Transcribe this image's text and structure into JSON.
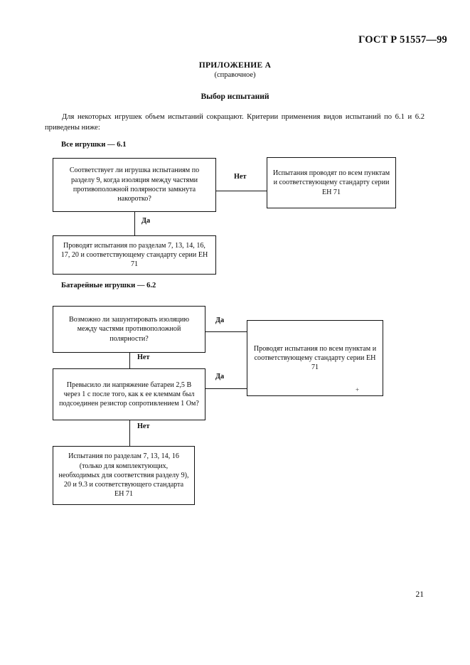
{
  "document": {
    "standard_header": "ГОСТ Р 51557—99",
    "appendix_title": "ПРИЛОЖЕНИЕ А",
    "appendix_subtitle": "(справочное)",
    "section_title": "Выбор испытаний",
    "intro_paragraph": "Для некоторых игрушек объем испытаний сокращают. Критерии применения видов испытаний по 6.1 и 6.2 приведены ниже:",
    "page_number": "21",
    "artifact_mark": "+"
  },
  "flowchart_1": {
    "heading": "Все игрушки — 6.1",
    "decision": "Соответствует ли игрушка испытаниям по разделу 9, когда изоляция между частями противоположной полярности замкнута накоротко?",
    "result_no": "Испытания проводят по всем пунктам и соответствующему стандарту серии ЕН 71",
    "result_yes": "Проводят испытания по разделам 7, 13, 14, 16, 17, 20 и соответствующему стандарту серии ЕН 71",
    "label_no": "Нет",
    "label_yes": "Да"
  },
  "flowchart_2": {
    "heading": "Батарейные игрушки — 6.2",
    "decision_1": "Возможно ли зашунтировать изоляцию между частями противоположной полярности?",
    "decision_2": "Превысило ли напряжение батареи 2,5 В через 1 с после того, как к ее клеммам был подсоединен резистор сопротивлением 1 Ом?",
    "result_yes": "Проводят испытания по всем пунктам и соответствующему стандарту серии ЕН 71",
    "result_no": "Испытания по разделам 7, 13, 14, 16 (только для комплектующих, необходимых для соответствия разделу 9), 20 и 9.3 и соответствующего стандарта ЕН 71",
    "label_yes_1": "Да",
    "label_no_1": "Нет",
    "label_yes_2": "Да",
    "label_no_2": "Нет"
  }
}
